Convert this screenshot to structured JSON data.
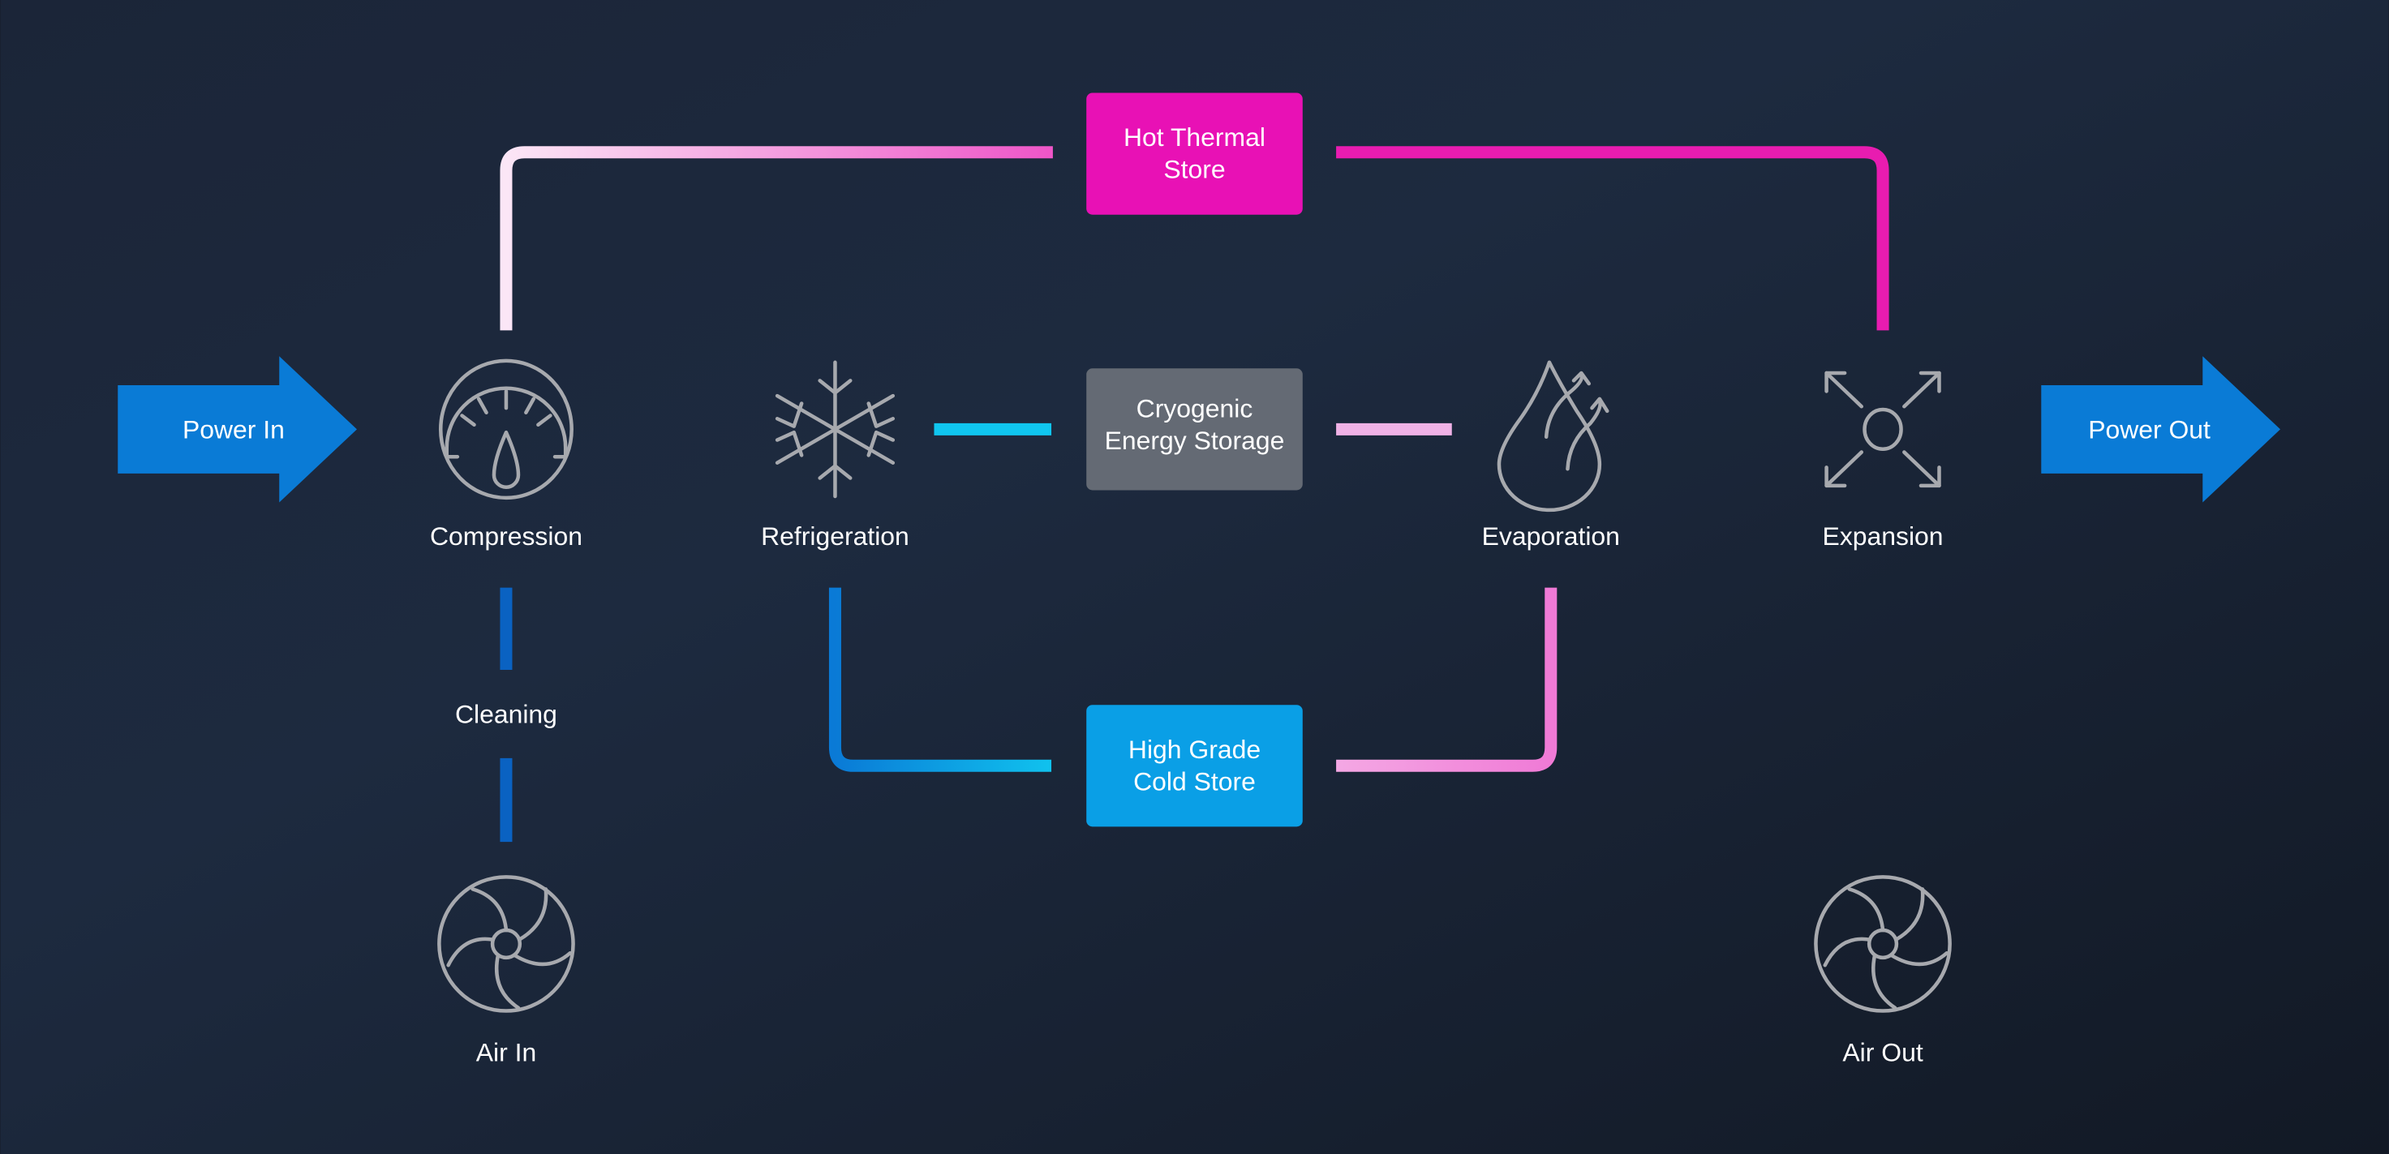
{
  "colors": {
    "background": "#1a2335",
    "hot": "#e811b5",
    "cold": "#0a9fe6",
    "cryo": "#646a74",
    "blue": "#0a6acb",
    "cyan": "#10c6f0",
    "pink": "#ec3fc4",
    "icon": "#a7a9ae",
    "arrow": "#0a7bd6"
  },
  "arrows": {
    "power_in": "Power In",
    "power_out": "Power Out"
  },
  "stores": {
    "hot": [
      "Hot Thermal",
      "Store"
    ],
    "cryo": [
      "Cryogenic",
      "Energy Storage"
    ],
    "cold": [
      "High Grade",
      "Cold Store"
    ]
  },
  "stages": {
    "compression": "Compression",
    "refrigeration": "Refrigeration",
    "evaporation": "Evaporation",
    "expansion": "Expansion",
    "cleaning": "Cleaning",
    "air_in": "Air In",
    "air_out": "Air Out"
  },
  "icons": {
    "compression": "gauge-icon",
    "refrigeration": "snowflake-icon",
    "evaporation": "evaporating-drop-icon",
    "expansion": "expand-arrows-icon",
    "air_in": "fan-icon",
    "air_out": "fan-icon"
  }
}
